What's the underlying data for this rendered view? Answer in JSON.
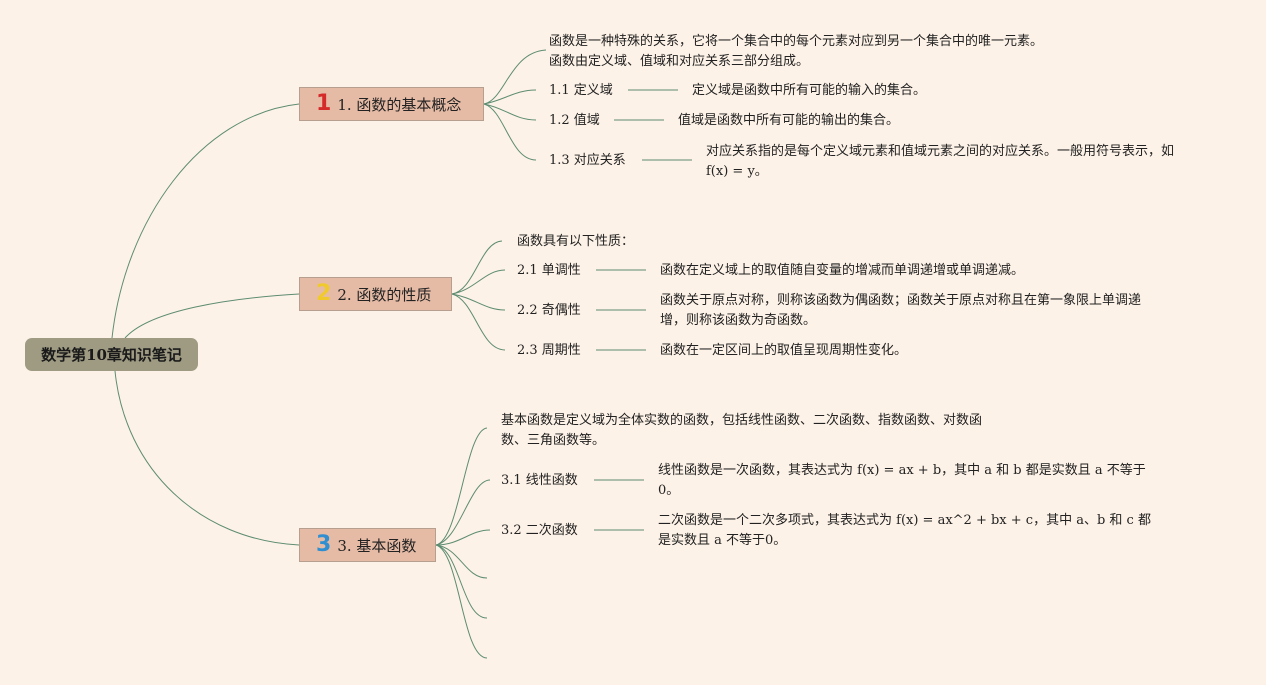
{
  "root": {
    "label": "数学第10章知识笔记"
  },
  "topics": [
    {
      "number": "1",
      "number_color": "#d42a2a",
      "label": "1. 函数的基本概念",
      "intro": "函数是一种特殊的关系，它将一个集合中的每个元素对应到另一个集合中的唯一元素。函数由定义域、值域和对应关系三部分组成。",
      "items": [
        {
          "label": "1.1 定义域",
          "desc": "定义域是函数中所有可能的输入的集合。"
        },
        {
          "label": "1.2 值域",
          "desc": "值域是函数中所有可能的输出的集合。"
        },
        {
          "label": "1.3 对应关系",
          "desc": "对应关系指的是每个定义域元素和值域元素之间的对应关系。一般用符号表示，如 f(x) = y。"
        }
      ]
    },
    {
      "number": "2",
      "number_color": "#f0c92c",
      "label": "2. 函数的性质",
      "intro": "函数具有以下性质：",
      "items": [
        {
          "label": "2.1 单调性",
          "desc": "函数在定义域上的取值随自变量的增减而单调递增或单调递减。"
        },
        {
          "label": "2.2 奇偶性",
          "desc": "函数关于原点对称，则称该函数为偶函数；函数关于原点对称且在第一象限上单调递增，则称该函数为奇函数。"
        },
        {
          "label": "2.3 周期性",
          "desc": "函数在一定区间上的取值呈现周期性变化。"
        }
      ]
    },
    {
      "number": "3",
      "number_color": "#2f8fd0",
      "label": "3. 基本函数",
      "intro": "基本函数是定义域为全体实数的函数，包括线性函数、二次函数、指数函数、对数函数、三角函数等。",
      "items": [
        {
          "label": "3.1 线性函数",
          "desc": "线性函数是一次函数，其表达式为 f(x) = ax + b，其中 a 和 b 都是实数且 a 不等于0。"
        },
        {
          "label": "3.2 二次函数",
          "desc": "二次函数是一个二次多项式，其表达式为 f(x) = ax^2 + bx + c，其中 a、b 和 c 都是实数且 a 不等于0。"
        }
      ]
    }
  ],
  "colors": {
    "background": "#fdf2e7",
    "root": "#9e9b82",
    "topic": "#e6bba6",
    "line": "#5d8c72"
  }
}
